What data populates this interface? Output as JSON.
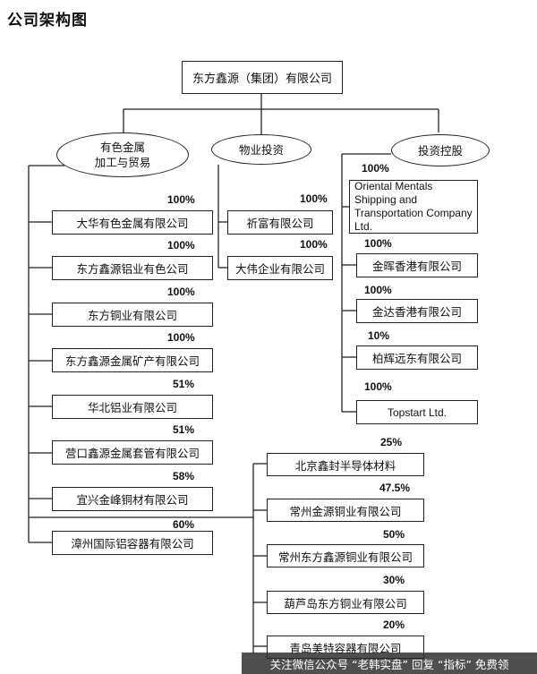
{
  "title": "公司架构图",
  "root": "东方鑫源（集团）有限公司",
  "divisions": {
    "metals_line1": "有色金属",
    "metals_line2": "加工与贸易",
    "property": "物业投资",
    "holding": "投资控股"
  },
  "metals": [
    {
      "pct": "100%",
      "name": "大华有色金属有限公司"
    },
    {
      "pct": "100%",
      "name": "东方鑫源铝业有色公司"
    },
    {
      "pct": "100%",
      "name": "东方铜业有限公司"
    },
    {
      "pct": "100%",
      "name": "东方鑫源金属矿产有限公司"
    },
    {
      "pct": "51%",
      "name": "华北铝业有限公司"
    },
    {
      "pct": "51%",
      "name": "营口鑫源金属套管有限公司"
    },
    {
      "pct": "58%",
      "name": "宜兴金峰铜材有限公司"
    },
    {
      "pct": "60%",
      "name": "漳州国际铝容器有限公司"
    }
  ],
  "property": [
    {
      "pct": "100%",
      "name": "祈富有限公司"
    },
    {
      "pct": "100%",
      "name": "大伟企业有限公司"
    }
  ],
  "holding": [
    {
      "pct": "100%",
      "name": "Oriental Mentals Shipping and Transportation Company Ltd."
    },
    {
      "pct": "100%",
      "name": "金晖香港有限公司"
    },
    {
      "pct": "100%",
      "name": "金达香港有限公司"
    },
    {
      "pct": "10%",
      "name": "柏辉远东有限公司"
    },
    {
      "pct": "100%",
      "name": "Topstart Ltd."
    }
  ],
  "associates": [
    {
      "pct": "25%",
      "name": "北京鑫封半导体材料"
    },
    {
      "pct": "47.5%",
      "name": "常州金源铜业有限公司"
    },
    {
      "pct": "50%",
      "name": "常州东方鑫源铜业有限公司"
    },
    {
      "pct": "30%",
      "name": "葫芦岛东方铜业有限公司"
    },
    {
      "pct": "20%",
      "name": "青岛美特容器有限公司"
    }
  ],
  "watermark": "关注微信公众号 “老韩实盘” 回复 “指标” 免费领"
}
